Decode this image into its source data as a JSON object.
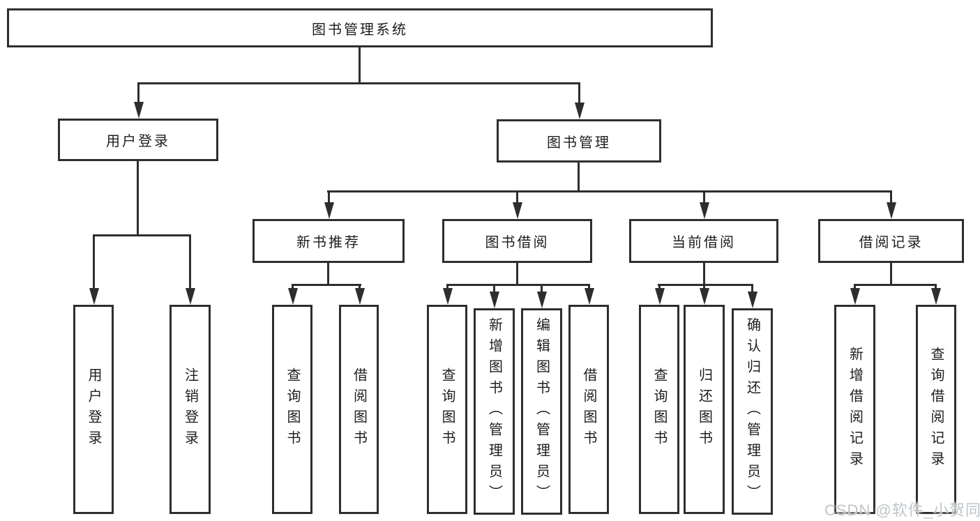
{
  "nodes": {
    "root": {
      "label": "图书管理系统"
    },
    "level2": [
      {
        "label": "用户登录"
      },
      {
        "label": "图书管理"
      }
    ],
    "level3": [
      {
        "label": "新书推荐",
        "parent": "图书管理"
      },
      {
        "label": "图书借阅",
        "parent": "图书管理"
      },
      {
        "label": "当前借阅",
        "parent": "图书管理"
      },
      {
        "label": "借阅记录",
        "parent": "图书管理"
      }
    ],
    "leaves": [
      {
        "label": "用户登录",
        "parent": "用户登录"
      },
      {
        "label": "注销登录",
        "parent": "用户登录"
      },
      {
        "label": "查询图书",
        "parent": "新书推荐"
      },
      {
        "label": "借阅图书",
        "parent": "新书推荐"
      },
      {
        "label": "查询图书",
        "parent": "图书借阅"
      },
      {
        "label": "新增图书（管理员）",
        "parent": "图书借阅"
      },
      {
        "label": "编辑图书（管理员）",
        "parent": "图书借阅"
      },
      {
        "label": "借阅图书",
        "parent": "图书借阅"
      },
      {
        "label": "查询图书",
        "parent": "当前借阅"
      },
      {
        "label": "归还图书",
        "parent": "当前借阅"
      },
      {
        "label": "确认归还（管理员）",
        "parent": "当前借阅"
      },
      {
        "label": "新增借阅记录",
        "parent": "借阅记录"
      },
      {
        "label": "查询借阅记录",
        "parent": "借阅记录"
      }
    ]
  },
  "watermark": {
    "text": "CSDN @软件_小贺同学"
  },
  "colors": {
    "line": "#2e2e2e",
    "text": "#1e1e1e",
    "background": "#ffffff",
    "watermark": "#c0c5c9"
  }
}
